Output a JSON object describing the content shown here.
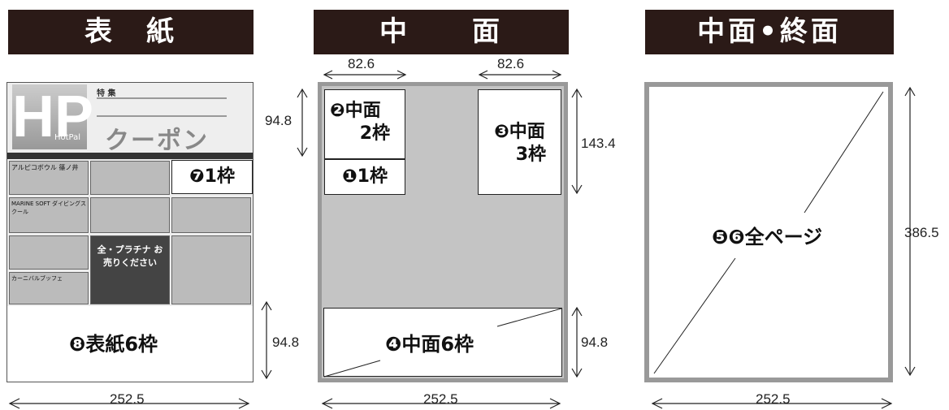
{
  "panels": {
    "cover": {
      "title": "表　紙",
      "frame_8_label": "❽表紙6枠",
      "frame_7_label": "❼1枠",
      "height_label": "94.8",
      "width_label": "252.5",
      "magazine": {
        "logo_text": "HP",
        "logo_sub": "HotPal",
        "coupon_text": "クーポン",
        "feature_label": "特 集",
        "ad1": "アルピコボウル 篠ノ井",
        "ad2": "MARINE SOFT ダイビングスクール",
        "ad3": "全・プラチナ お売りください",
        "ad4": "カーニバルブッフェ"
      }
    },
    "middle": {
      "title": "中　　面",
      "width_left_label": "82.6",
      "width_right_label": "82.6",
      "height_left_label": "94.8",
      "height_right_label": "143.4",
      "frame_2_label_line1": "❷中面",
      "frame_2_label_line2": "2枠",
      "frame_1_label": "❶1枠",
      "frame_3_label_line1": "❸中面",
      "frame_3_label_line2": "3枠",
      "frame_4_label": "❹中面6枠",
      "height_bottom_label": "94.8",
      "width_label": "252.5"
    },
    "final": {
      "title": "中面•終面",
      "full_page_label": "❺❻全ページ",
      "height_label": "386.5",
      "width_label": "252.5"
    }
  }
}
